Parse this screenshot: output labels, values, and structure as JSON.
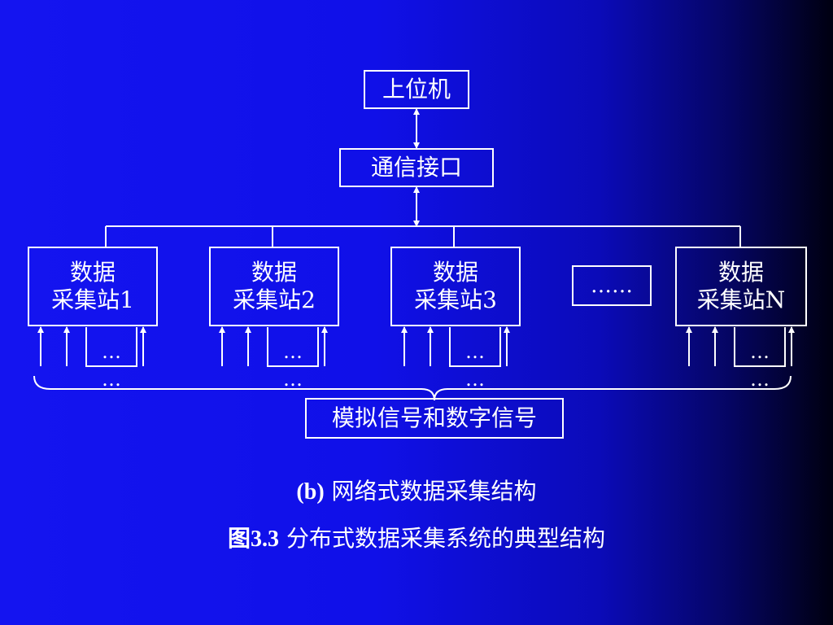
{
  "diagram": {
    "host": "上位机",
    "comm_interface": "通信接口",
    "stations": [
      {
        "line1": "数据",
        "line2": "采集站1"
      },
      {
        "line1": "数据",
        "line2": "采集站2"
      },
      {
        "line1": "数据",
        "line2": "采集站3"
      },
      {
        "line1": "数据",
        "line2": "采集站N"
      }
    ],
    "ellipsis_box": "……",
    "signal_ellipsis": "…",
    "signals_label": "模拟信号和数字信号"
  },
  "captions": {
    "sub_prefix": "(b)",
    "sub_text": " 网络式数据采集结构",
    "fig_prefix": "图3.3",
    "fig_text": " 分布式数据采集系统的典型结构"
  },
  "colors": {
    "line": "#ffffff",
    "background_left": "#1414f0",
    "background_right": "#000010"
  }
}
